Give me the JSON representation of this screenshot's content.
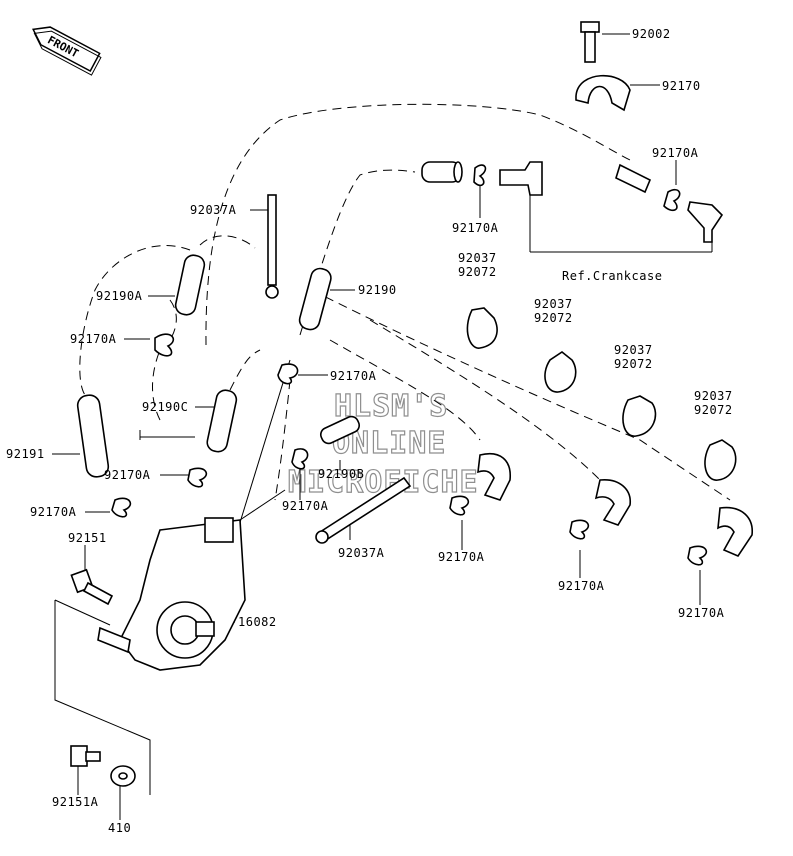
{
  "front_badge": "FRONT",
  "watermark": [
    "HLSM'S",
    "ONLINE",
    "MICROFICHE"
  ],
  "reference": "Ref.Crankcase",
  "labels": {
    "p92002": "92002",
    "p92170_top": "92170",
    "p92170A_r1": "92170A",
    "p92037A_top": "92037A",
    "p92170A_mid": "92170A",
    "p92190A": "92190A",
    "p92190": "92190",
    "p92037_a": "92037",
    "p92072_a": "92072",
    "p92037_b": "92037",
    "p92072_b": "92072",
    "p92037_c": "92037",
    "p92072_c": "92072",
    "p92037_d": "92037",
    "p92072_d": "92072",
    "p92170A_l1": "92170A",
    "p92170A_c1": "92170A",
    "p92190C": "92190C",
    "p92191": "92191",
    "p92170A_l2": "92170A",
    "p92190B": "92190B",
    "p92170A_c2": "92170A",
    "p92170A_l3": "92170A",
    "p92151": "92151",
    "p92037A_bot": "92037A",
    "p92170A_b1": "92170A",
    "p92170A_b2": "92170A",
    "p92170A_b3": "92170A",
    "p16082": "16082",
    "p92151A": "92151A",
    "p410": "410"
  }
}
